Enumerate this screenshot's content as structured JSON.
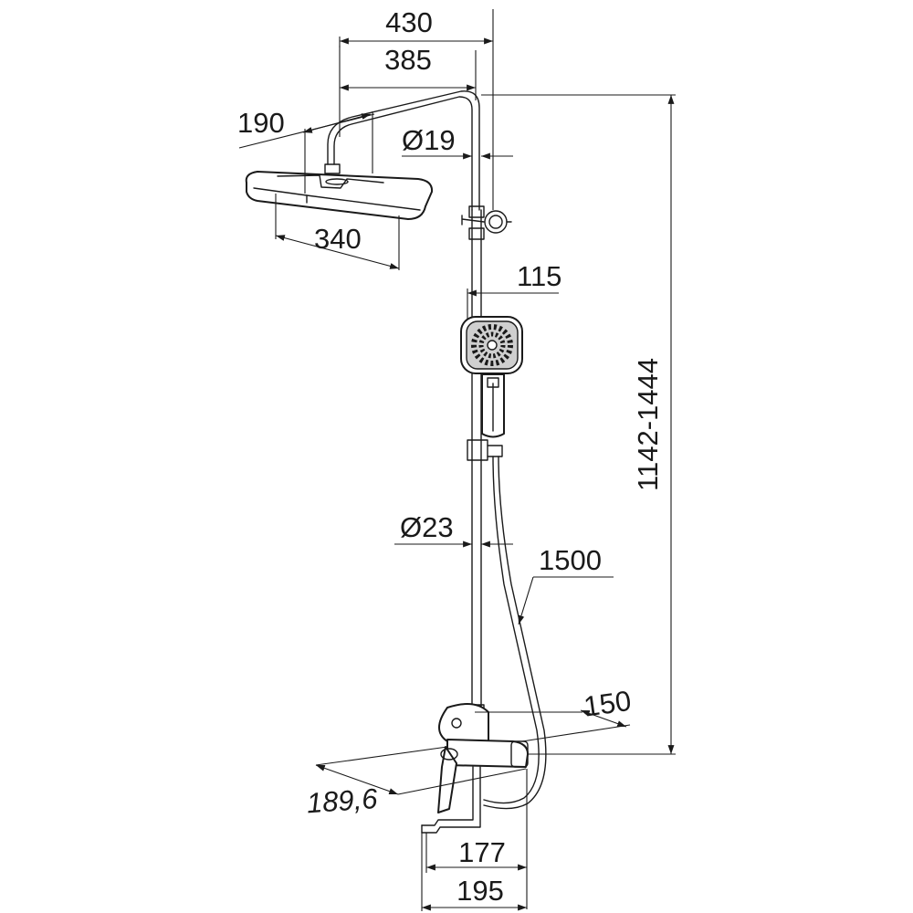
{
  "dimensions": {
    "top_total": "430",
    "arm_reach": "385",
    "head_depth": "190",
    "arm_tube": "Ø19",
    "head_width": "340",
    "hand_shower": "115",
    "height_range": "1142-1444",
    "riser_tube": "Ø23",
    "hose_length": "1500",
    "mixer_depth": "150",
    "mixer_width": "189,6",
    "spout_inner": "177",
    "spout_outer": "195"
  }
}
